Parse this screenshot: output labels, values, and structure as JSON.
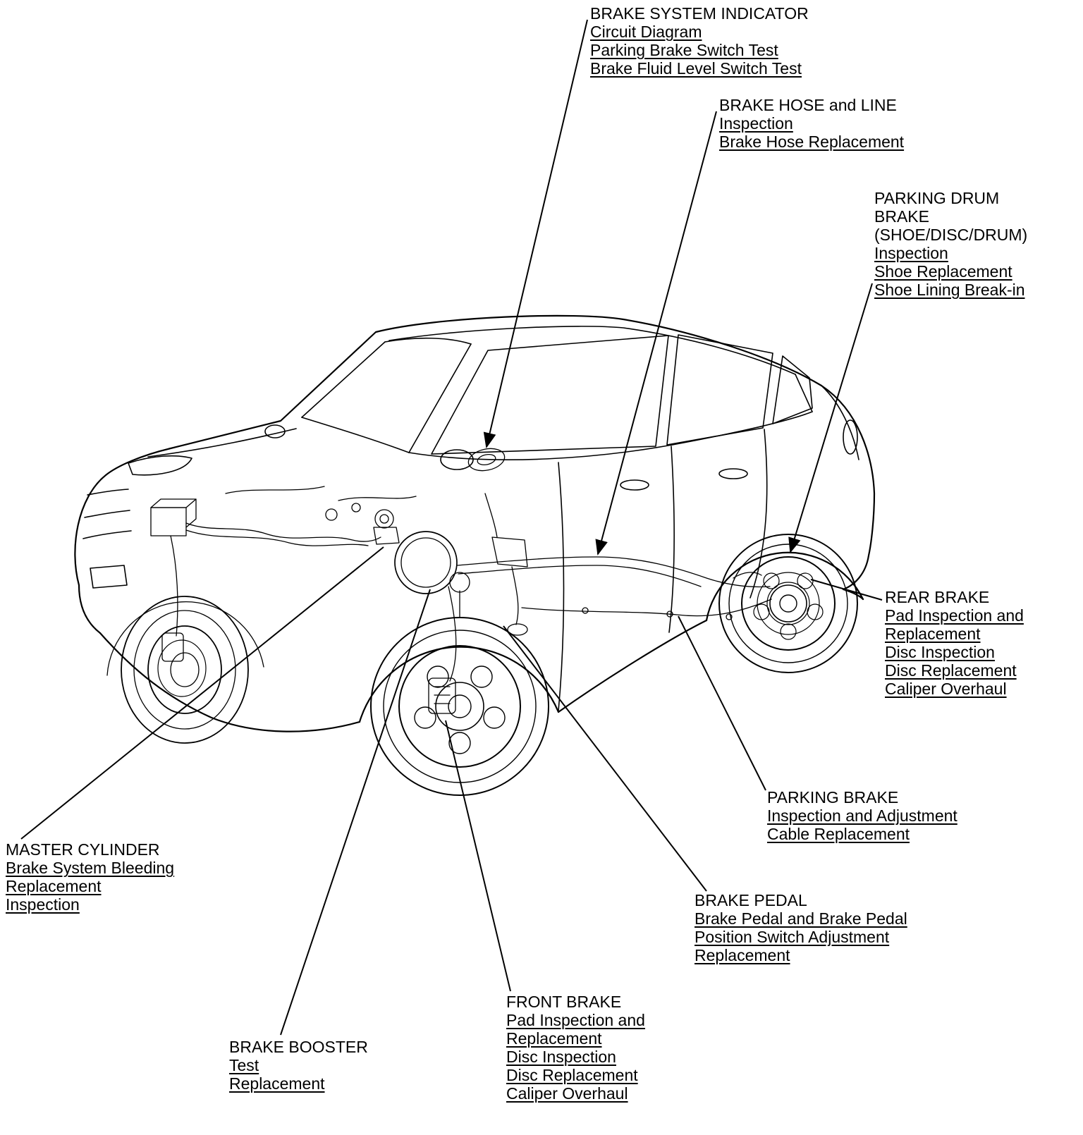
{
  "page": {
    "background_color": "#ffffff",
    "line_color": "#000000",
    "text_color": "#000000"
  },
  "labels": [
    {
      "id": "brake-system-indicator",
      "title_lines": [
        "BRAKE SYSTEM INDICATOR"
      ],
      "links": [
        "Circuit Diagram",
        "Parking Brake Switch Test",
        "Brake Fluid Level Switch Test"
      ]
    },
    {
      "id": "brake-hose-and-line",
      "title_lines": [
        "BRAKE HOSE and LINE"
      ],
      "links": [
        "Inspection",
        "Brake Hose Replacement"
      ]
    },
    {
      "id": "parking-drum-brake",
      "title_lines": [
        "PARKING DRUM",
        "BRAKE",
        "(SHOE/DISC/DRUM)"
      ],
      "links": [
        "Inspection",
        "Shoe Replacement",
        "Shoe Lining Break-in"
      ]
    },
    {
      "id": "rear-brake",
      "title_lines": [
        "REAR BRAKE"
      ],
      "links": [
        "Pad Inspection and Replacement",
        "Disc Inspection",
        "Disc Replacement",
        "Caliper Overhaul"
      ]
    },
    {
      "id": "parking-brake",
      "title_lines": [
        "PARKING BRAKE"
      ],
      "links": [
        "Inspection and Adjustment",
        "Cable Replacement"
      ]
    },
    {
      "id": "brake-pedal",
      "title_lines": [
        "BRAKE PEDAL"
      ],
      "links": [
        "Brake Pedal and Brake Pedal Position Switch Adjustment",
        "Replacement"
      ]
    },
    {
      "id": "front-brake",
      "title_lines": [
        "FRONT BRAKE"
      ],
      "links": [
        "Pad Inspection and Replacement",
        "Disc Inspection",
        "Disc Replacement",
        "Caliper Overhaul"
      ]
    },
    {
      "id": "brake-booster",
      "title_lines": [
        "BRAKE BOOSTER"
      ],
      "links": [
        "Test",
        "Replacement"
      ]
    },
    {
      "id": "master-cylinder",
      "title_lines": [
        "MASTER CYLINDER"
      ],
      "links": [
        "Brake System Bleeding",
        "Replacement",
        "Inspection"
      ]
    }
  ]
}
